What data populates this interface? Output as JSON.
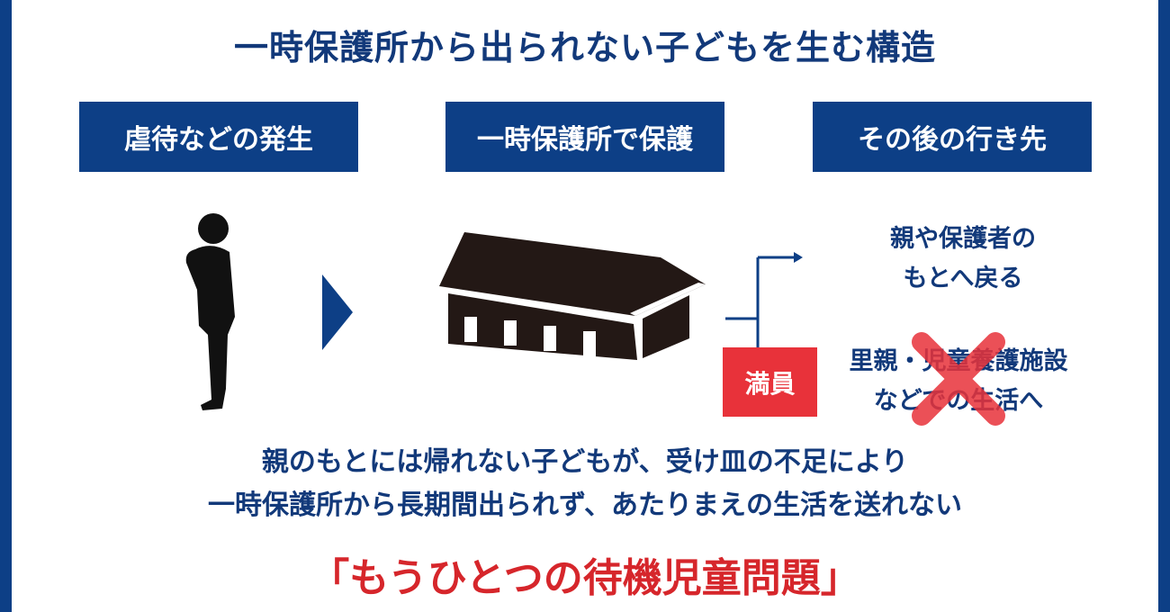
{
  "title": "一時保護所から出られない子どもを生む構造",
  "steps": [
    {
      "label": "虐待などの発生"
    },
    {
      "label": "一時保護所で保護"
    },
    {
      "label": "その後の行き先"
    }
  ],
  "destinations": {
    "return_home": {
      "line1": "親や保護者の",
      "line2": "もとへ戻る"
    },
    "foster": {
      "line1": "里親・児童養護施設",
      "line2": "などでの生活へ"
    }
  },
  "full_badge": "満員",
  "message": {
    "line1": "親のもとには帰れない子どもが、受け皿の不足により",
    "line2": "一時保護所から長期間出られず、あたりまえの生活を送れない"
  },
  "headline": "「もうひとつの待機児童問題」",
  "colors": {
    "navy": "#0d3f86",
    "red": "#e8323a",
    "headline_red": "#d6262b"
  }
}
